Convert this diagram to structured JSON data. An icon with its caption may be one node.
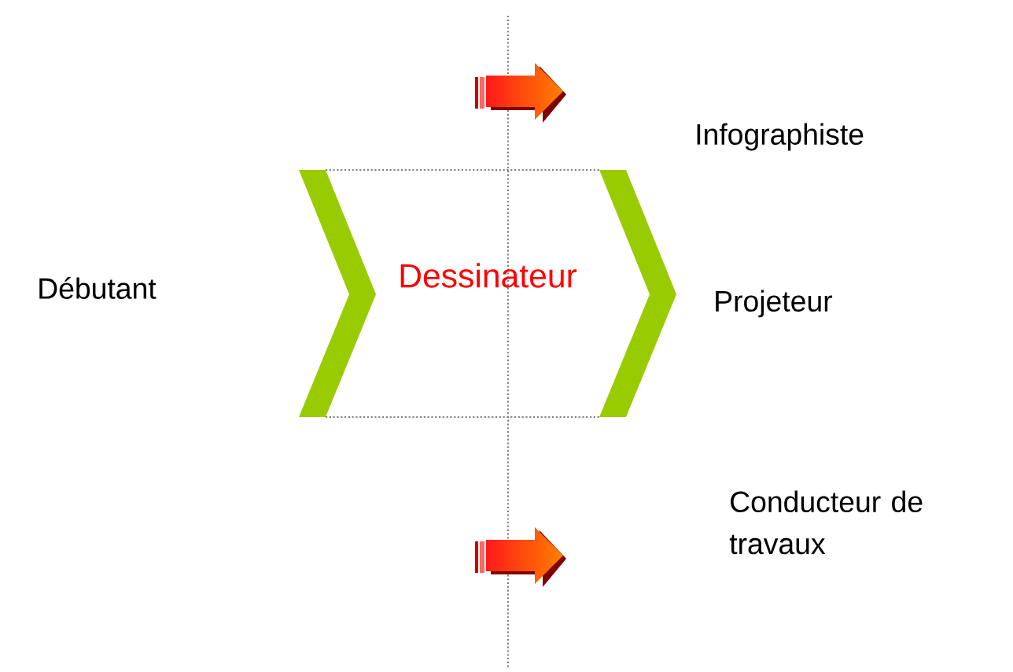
{
  "diagram": {
    "nodes": [
      {
        "text": [
          "Débutant"
        ]
      },
      {
        "text": [
          "Dessinateur"
        ]
      },
      {
        "text": [
          "Infographiste"
        ]
      },
      {
        "text": [
          "Projeteur"
        ]
      },
      {
        "text": [
          "Conducteur de travaux"
        ]
      }
    ]
  }
}
